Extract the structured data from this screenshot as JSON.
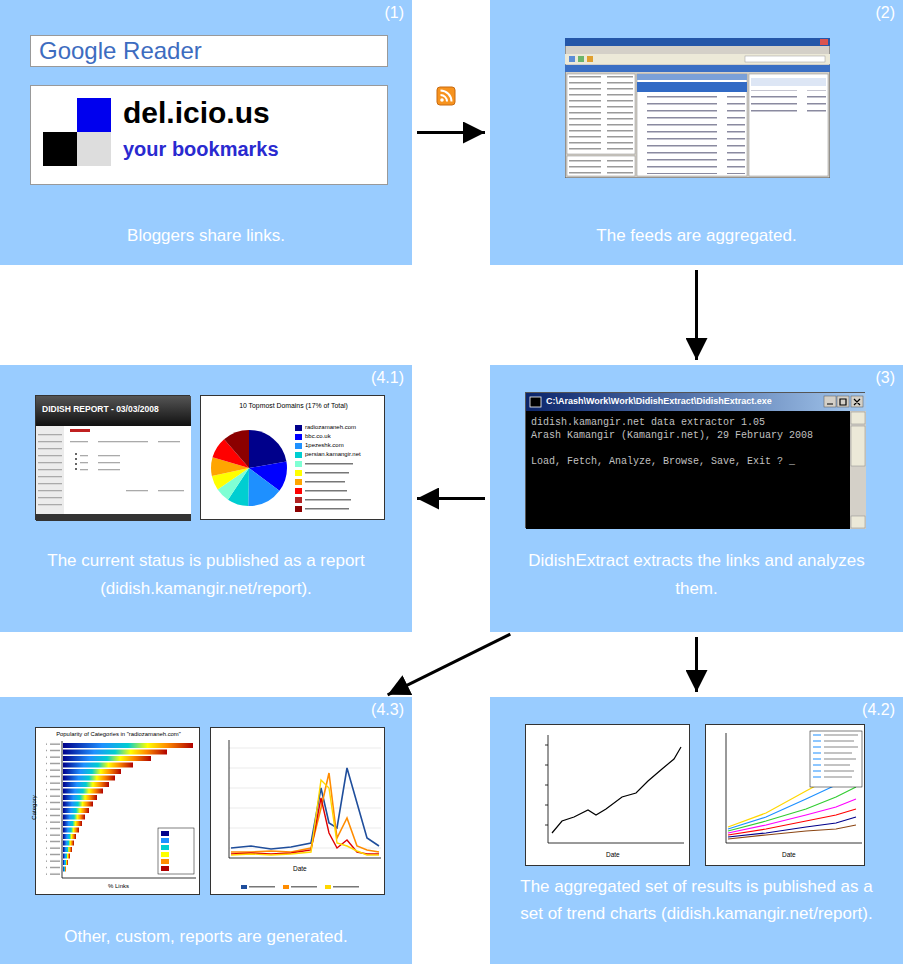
{
  "diagram": {
    "nodes": [
      {
        "text": [
          "(1)",
          "Bloggers share links."
        ]
      },
      {
        "text": [
          "Google Reader"
        ],
        "in": 0
      },
      {
        "text": [
          "del.icio.us",
          "your bookmarks"
        ],
        "in": 0
      },
      {
        "text": [
          "(2)",
          "The feeds are aggregated."
        ]
      },
      {
        "text": [
          "(4.1)",
          "The current status is published as a report (didish.kamangir.net/report)."
        ]
      },
      {
        "text": [
          "DIDISH REPORT - 03/03/2008"
        ],
        "in": 4
      },
      {
        "text": [
          "10 Topmost Domains (17% of Total)",
          "radiozamaneh.com",
          "bbc.co.uk",
          "1pezeshk.com",
          "persian.kamangir.net"
        ],
        "in": 4
      },
      {
        "text": [
          "(3)",
          "DidishExtract extracts the links and analyzes them."
        ]
      },
      {
        "text": [
          "C:\\Arash\\Work\\Work\\DidishExtract\\DidishExtract.exe",
          "didish.kamangir.net data extractor 1.05",
          "Arash Kamangir (Kamangir.net), 29 February 2008",
          "Load, Fetch, Analyze, Browse, Save, Exit ? _"
        ],
        "in": 7
      },
      {
        "text": [
          "(4.3)",
          "Other, custom, reports are generated."
        ]
      },
      {
        "text": [
          "Popularity of Categories in \"radiozamaneh.com\"",
          "Category",
          "% Links"
        ],
        "in": 9
      },
      {
        "text": [
          "Date"
        ],
        "in": 9
      },
      {
        "text": [
          "(4.2)",
          "The aggregated set of results is published as a set of trend charts (didish.kamangir.net/report)."
        ]
      },
      {
        "text": [
          "Date"
        ],
        "in": 12
      },
      {
        "text": [
          "Date"
        ],
        "in": 12
      }
    ],
    "edges": [
      {
        "from": 0,
        "to": 3,
        "arrow": "to"
      },
      {
        "from": 3,
        "to": 7,
        "arrow": "to"
      },
      {
        "from": 7,
        "to": 4,
        "arrow": "to"
      },
      {
        "from": 7,
        "to": 9,
        "arrow": "to"
      },
      {
        "from": 7,
        "to": 12,
        "arrow": "to"
      }
    ]
  }
}
